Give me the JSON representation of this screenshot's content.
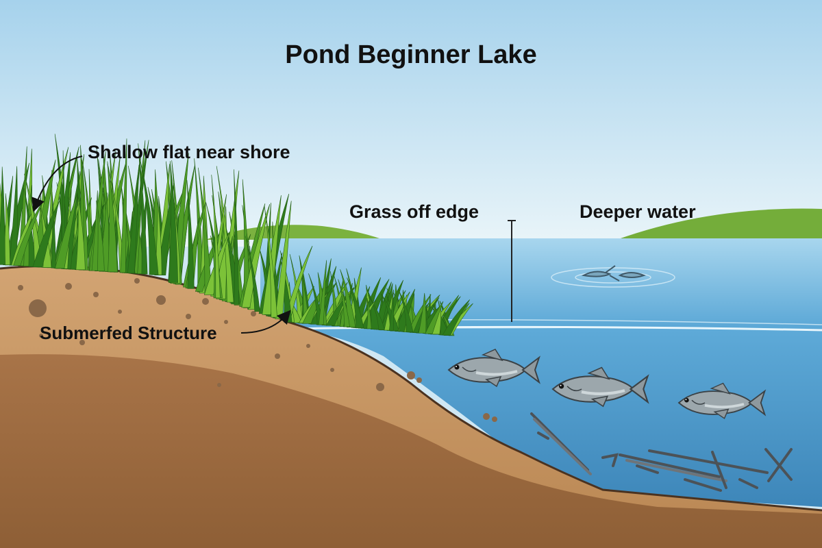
{
  "title": "Pond Beginner Lake",
  "labels": {
    "shallow_flat": "Shallow flat near shore",
    "grass_edge": "Grass off edge",
    "deeper_water": "Deeper water",
    "submerged_structure": "Submerfed Structure"
  },
  "colors": {
    "sky_top": "#a9d4ee",
    "sky_bottom": "#eef6f9",
    "water_surface": "#7fbfe3",
    "water_deep": "#3f8fc4",
    "grass_dark": "#2f7a1d",
    "grass_light": "#6cb82e",
    "soil_light": "#c99a68",
    "soil_dark": "#9a6a3e",
    "hill": "#6ea83a",
    "fish_body": "#9aa6ab",
    "debris": "#555a5e"
  },
  "icons": [
    "grass-icon",
    "fish-icon",
    "branch-debris-icon",
    "arrow-icon"
  ]
}
